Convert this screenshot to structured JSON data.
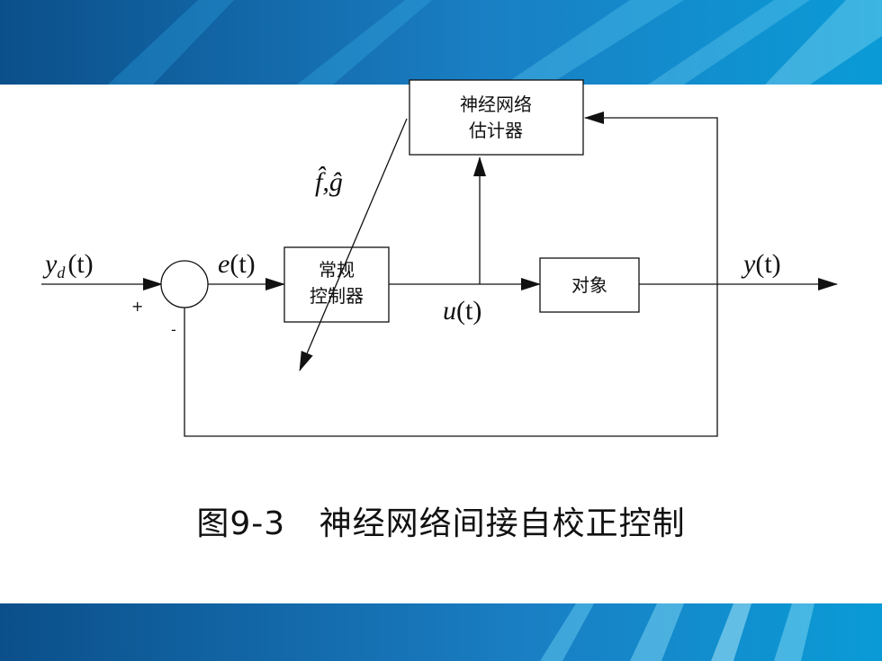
{
  "theme": {
    "band_dark": "#0b4f8a",
    "band_mid": "#1a8fd0",
    "band_light": "#6fd3f5"
  },
  "diagram": {
    "nn_estimator": {
      "line1": "神经网络",
      "line2": "估计器"
    },
    "controller": {
      "line1": "常规",
      "line2": "控制器"
    },
    "plant": {
      "label": "对象"
    },
    "signals": {
      "yd_main": "y",
      "yd_sub": "d",
      "yd_arg": "(t)",
      "e_main": "e",
      "e_arg": "(t)",
      "u_main": "u",
      "u_arg": "(t)",
      "y_main": "y",
      "y_arg": "(t)",
      "estimates": "f̂,ĝ"
    },
    "summing_junction": {
      "plus": "+",
      "minus": "-"
    }
  },
  "caption": {
    "figure_number": "图9-3",
    "title": "神经网络间接自校正控制"
  }
}
